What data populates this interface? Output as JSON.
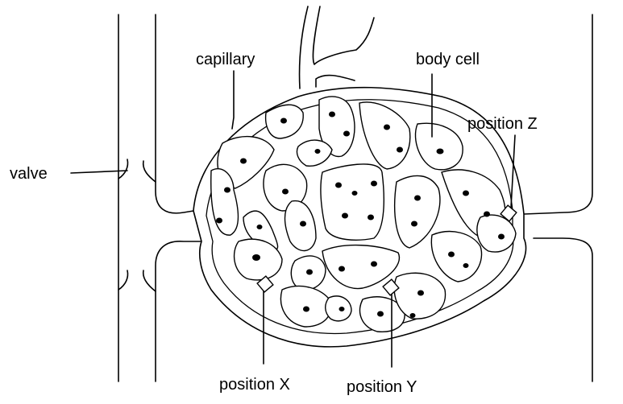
{
  "labels": {
    "capillary": "capillary",
    "body_cell": "body cell",
    "position_z": "position Z",
    "valve": "valve",
    "position_x": "position X",
    "position_y": "position Y"
  },
  "colors": {
    "line": "#000000",
    "background": "#ffffff"
  }
}
